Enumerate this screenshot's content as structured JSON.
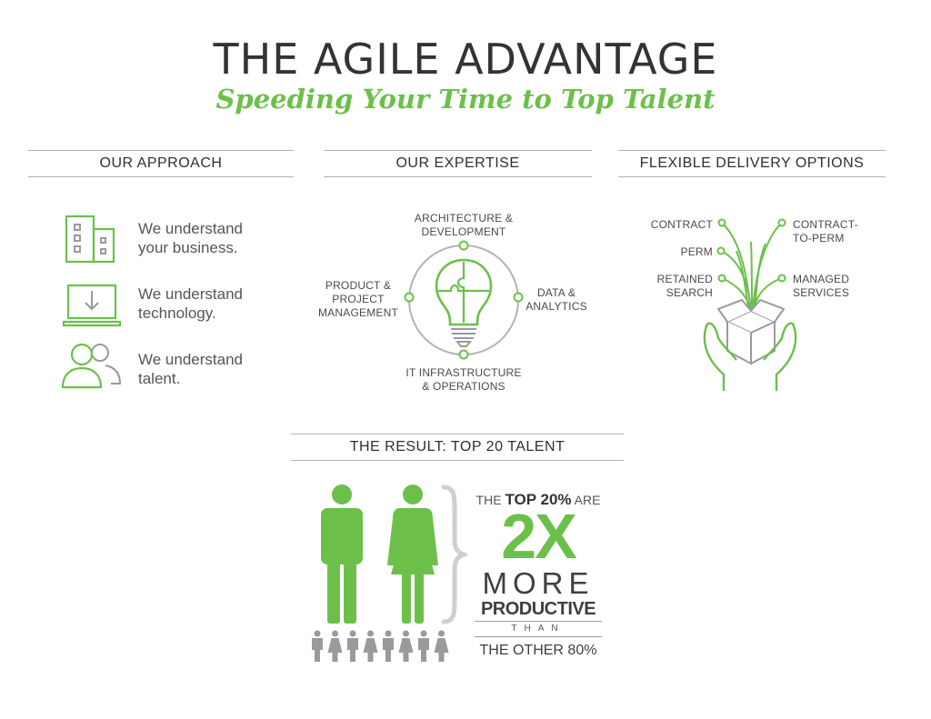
{
  "header": {
    "title": "THE AGILE ADVANTAGE",
    "subtitle": "Speeding Your Time to Top Talent"
  },
  "colors": {
    "accent": "#6cc04a",
    "text": "#333333",
    "gray": "#9a9a9a"
  },
  "approach": {
    "heading": "OUR APPROACH",
    "items": [
      {
        "icon": "building-icon",
        "line1": "We understand",
        "line2": "your business."
      },
      {
        "icon": "laptop-download-icon",
        "line1": "We understand",
        "line2": "technology."
      },
      {
        "icon": "people-icon",
        "line1": "We understand",
        "line2": "talent."
      }
    ]
  },
  "expertise": {
    "heading": "OUR EXPERTISE",
    "icon": "lightbulb-puzzle-icon",
    "top": {
      "line1": "ARCHITECTURE &",
      "line2": "DEVELOPMENT"
    },
    "left": {
      "line1": "PRODUCT &",
      "line2": "PROJECT",
      "line3": "MANAGEMENT"
    },
    "right": {
      "line1": "DATA &",
      "line2": "ANALYTICS"
    },
    "bottom": {
      "line1": "IT INFRASTRUCTURE",
      "line2": "& OPERATIONS"
    }
  },
  "delivery": {
    "heading": "FLEXIBLE DELIVERY OPTIONS",
    "icon": "hands-box-sprouts-icon",
    "contract": "CONTRACT",
    "perm": "PERM",
    "retained": {
      "line1": "RETAINED",
      "line2": "SEARCH"
    },
    "contract_to_perm": {
      "line1": "CONTRACT-",
      "line2": "TO-PERM"
    },
    "managed": {
      "line1": "MANAGED",
      "line2": "SERVICES"
    }
  },
  "result": {
    "heading": "THE RESULT: TOP 20 TALENT",
    "stat": {
      "pre": "THE",
      "highlight": "TOP 20%",
      "post": "ARE",
      "multiplier": "2X",
      "more": "MORE",
      "productive": "PRODUCTIVE",
      "than": "THAN",
      "other": "THE OTHER 80%"
    }
  }
}
